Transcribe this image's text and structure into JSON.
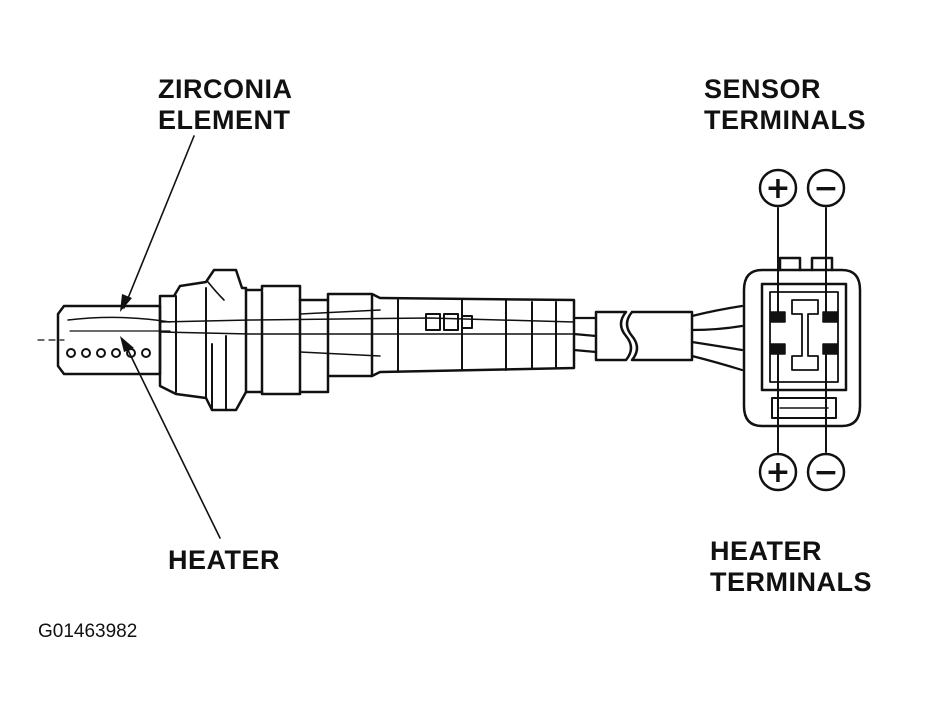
{
  "labels": {
    "zirconia_line1": "ZIRCONIA",
    "zirconia_line2": "ELEMENT",
    "sensor_line1": "SENSOR",
    "sensor_line2": "TERMINALS",
    "heater": "HEATER",
    "heater_terminals_line1": "HEATER",
    "heater_terminals_line2": "TERMINALS"
  },
  "terminals": {
    "sensor_plus": "+",
    "sensor_minus": "−",
    "heater_plus": "+",
    "heater_minus": "−"
  },
  "figure_id": "G01463982"
}
